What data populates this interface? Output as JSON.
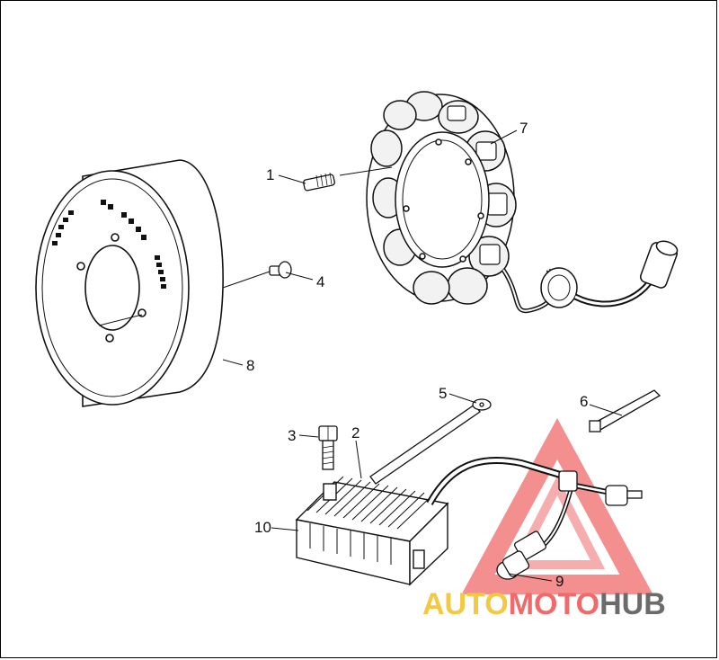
{
  "callouts": [
    {
      "id": "1",
      "label": "1"
    },
    {
      "id": "2",
      "label": "2"
    },
    {
      "id": "3",
      "label": "3"
    },
    {
      "id": "4",
      "label": "4"
    },
    {
      "id": "5",
      "label": "5"
    },
    {
      "id": "6",
      "label": "6"
    },
    {
      "id": "7",
      "label": "7"
    },
    {
      "id": "8",
      "label": "8"
    },
    {
      "id": "9",
      "label": "9"
    },
    {
      "id": "10",
      "label": "10"
    }
  ],
  "watermark": {
    "part1": "AUTO",
    "part2": "MOTO",
    "part3": "HUB",
    "colors": {
      "auto": "#f5c842",
      "moto": "#f06a6a",
      "hub": "#6b6b6b",
      "triangle": "#ef6a6a"
    }
  }
}
